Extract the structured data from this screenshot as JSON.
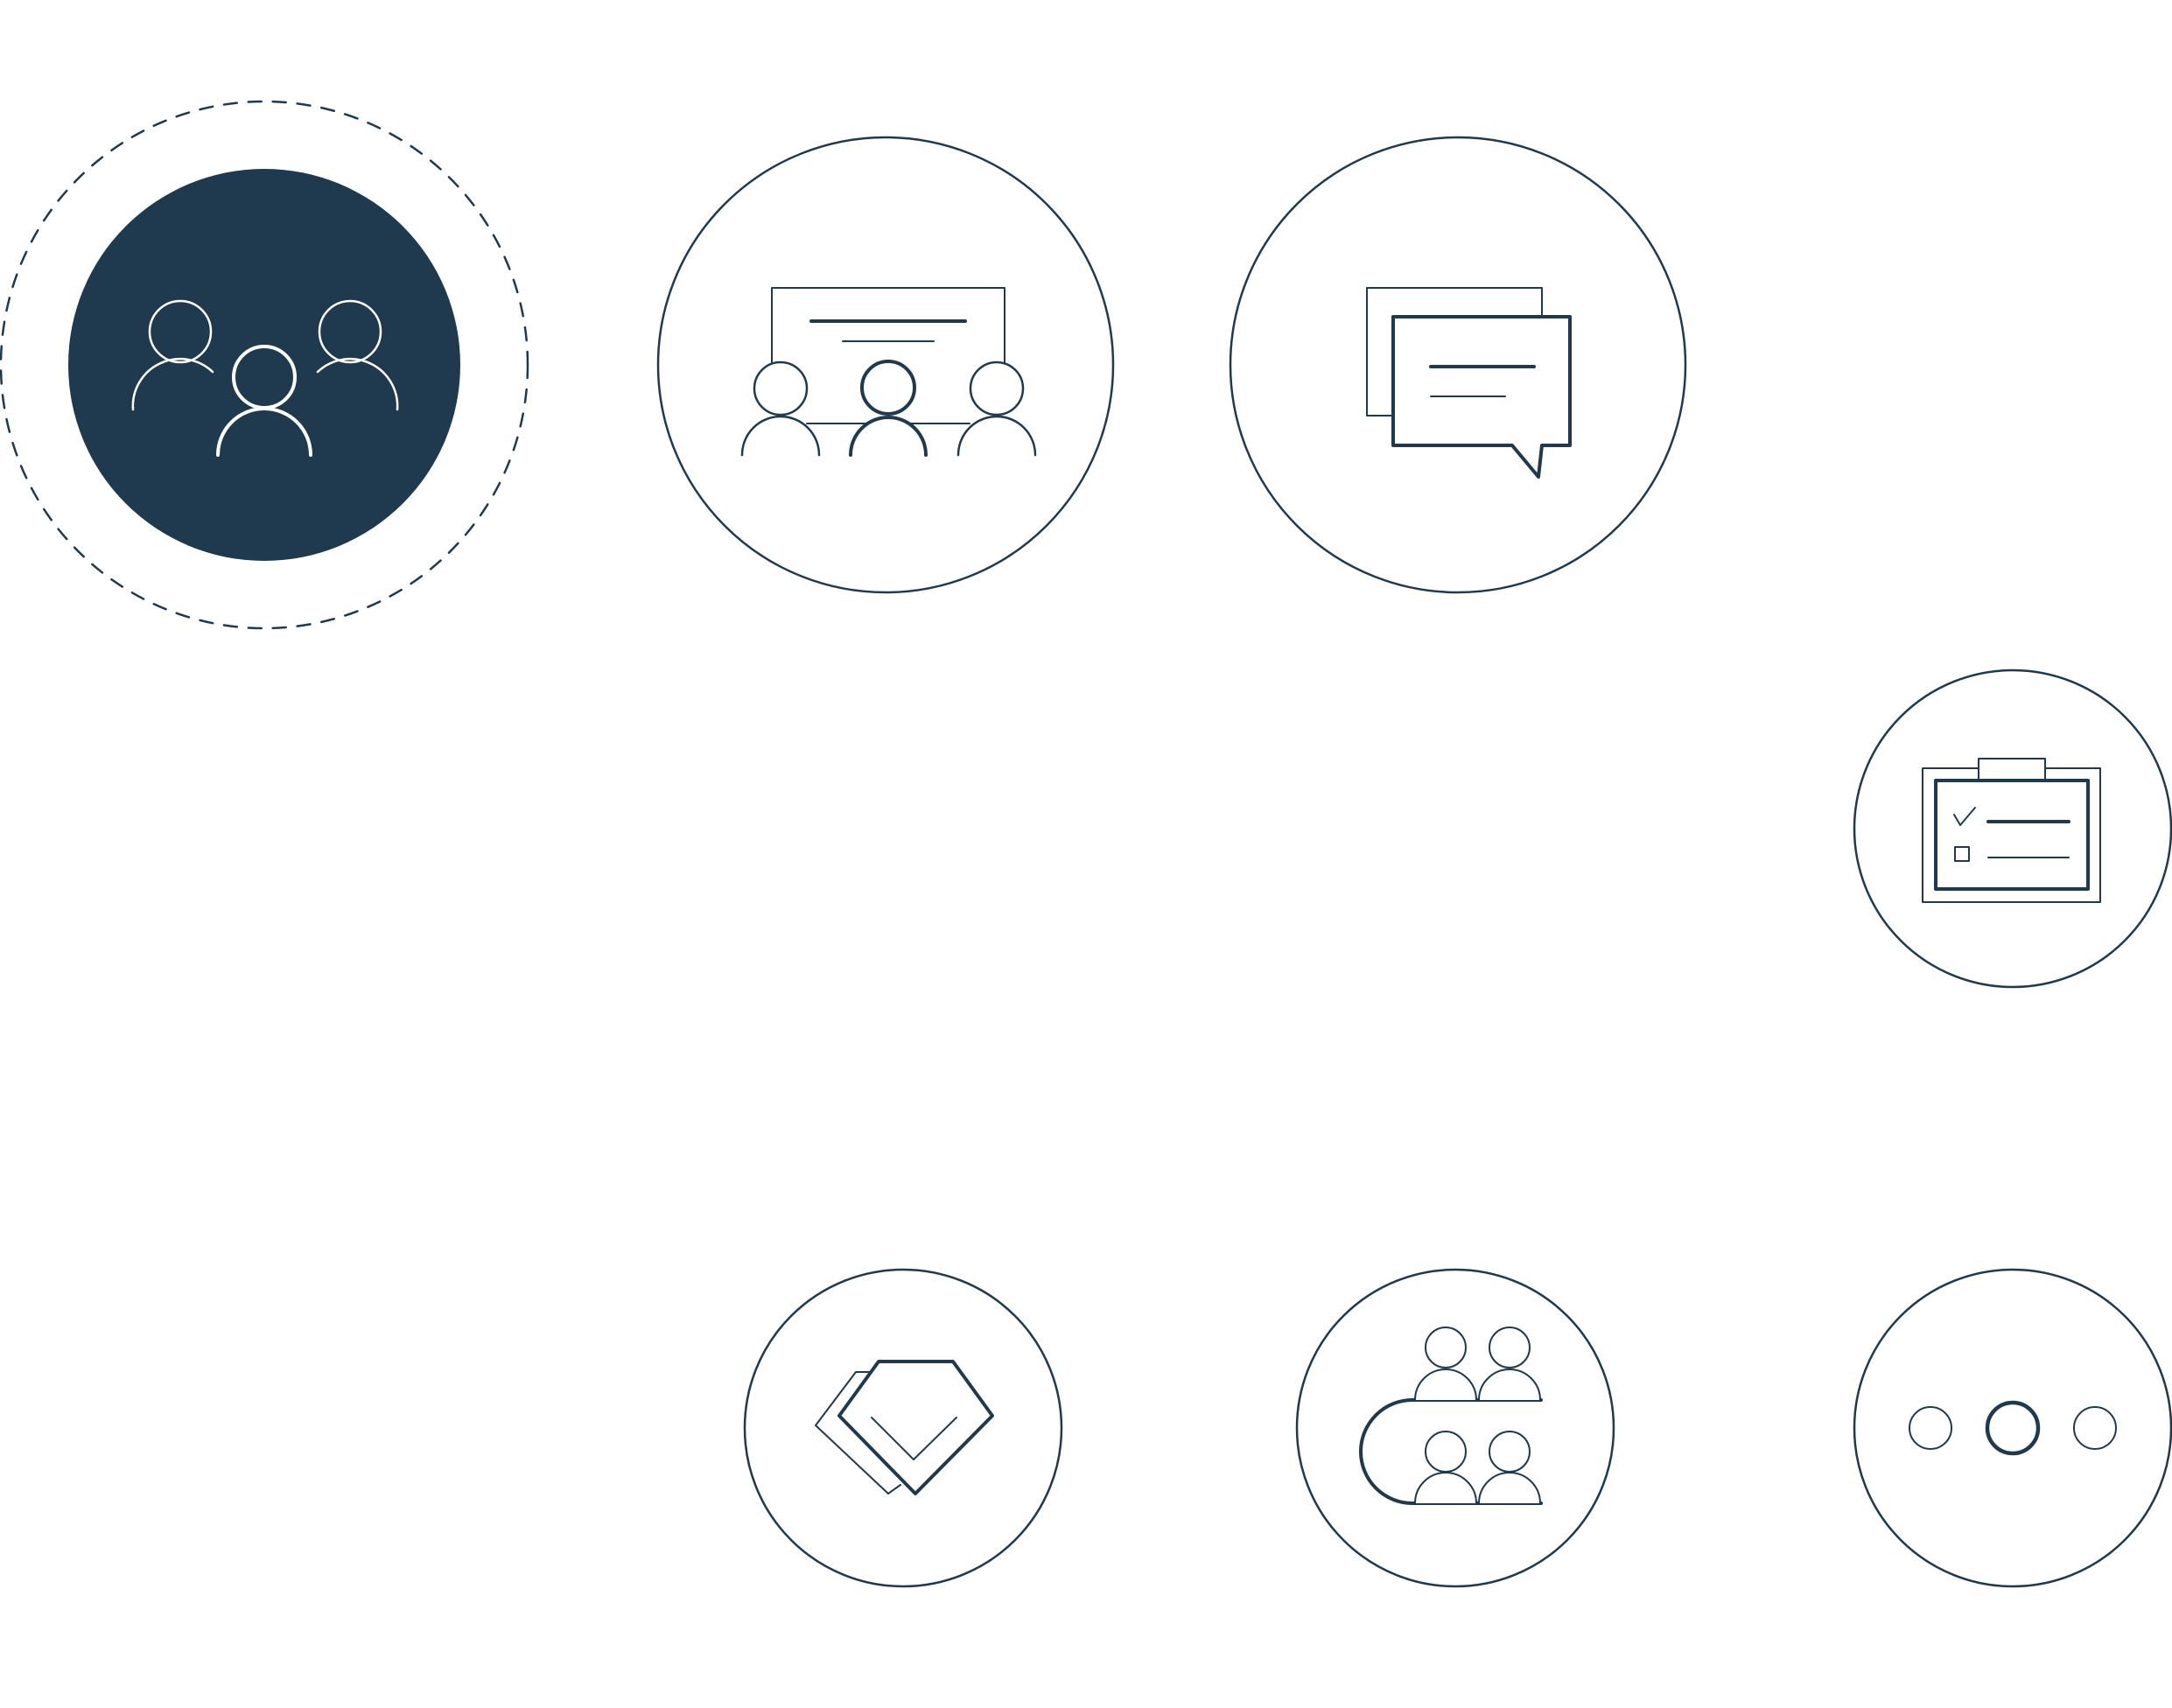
{
  "colors": {
    "navy": "#1f3a4f",
    "white": "#ffffff"
  },
  "nodes": [
    {
      "id": "team",
      "icon": "team-icon",
      "selected": true
    },
    {
      "id": "meeting",
      "icon": "presentation-audience-icon",
      "selected": false
    },
    {
      "id": "chat",
      "icon": "chat-bubbles-icon",
      "selected": false
    },
    {
      "id": "checklist",
      "icon": "clipboard-checklist-icon",
      "selected": false
    },
    {
      "id": "diamond",
      "icon": "diamond-icon",
      "selected": false
    },
    {
      "id": "groups",
      "icon": "group-pipeline-icon",
      "selected": false
    },
    {
      "id": "more",
      "icon": "more-dots-icon",
      "selected": false
    }
  ]
}
